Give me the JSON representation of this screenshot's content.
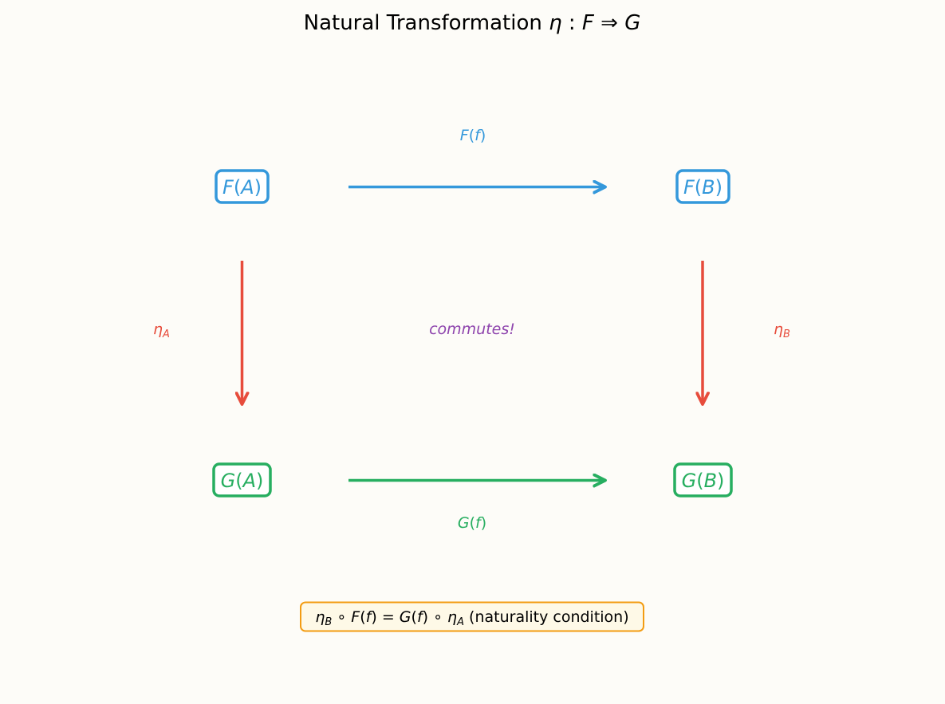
{
  "title": {
    "prefix": "Natural Transformation ",
    "eta": "η",
    "colon": " : ",
    "F": "F",
    "arrow": " ⇒ ",
    "G": "G"
  },
  "nodes": {
    "FA": {
      "f": "F",
      "open": "(",
      "obj": "A",
      "close": ")"
    },
    "FB": {
      "f": "F",
      "open": "(",
      "obj": "B",
      "close": ")"
    },
    "GA": {
      "f": "G",
      "open": "(",
      "obj": "A",
      "close": ")"
    },
    "GB": {
      "f": "G",
      "open": "(",
      "obj": "B",
      "close": ")"
    }
  },
  "morphisms": {
    "Ff": {
      "f": "F",
      "open": "(",
      "arg": "f",
      "close": ")"
    },
    "Gf": {
      "f": "G",
      "open": "(",
      "arg": "f",
      "close": ")"
    },
    "etaA": {
      "sym": "η",
      "sub": "A"
    },
    "etaB": {
      "sym": "η",
      "sub": "B"
    }
  },
  "center_note": "commutes!",
  "formula": {
    "eta1": "η",
    "sub1": "B",
    "comp1": " ∘ ",
    "F": "F",
    "p1": "(",
    "f1": "f",
    "p2": ")",
    "eq": " = ",
    "G": "G",
    "p3": "(",
    "f2": "f",
    "p4": ")",
    "comp2": " ∘ ",
    "eta2": "η",
    "sub2": "A",
    "note": " (naturality condition)"
  },
  "colors": {
    "F_functor": "#3498db",
    "G_functor": "#27ae60",
    "components": "#e74c3c",
    "note": "#8e44ad",
    "formula_border": "#f39c12",
    "formula_bg": "#fef9e7",
    "background": "#fdfcf8"
  }
}
